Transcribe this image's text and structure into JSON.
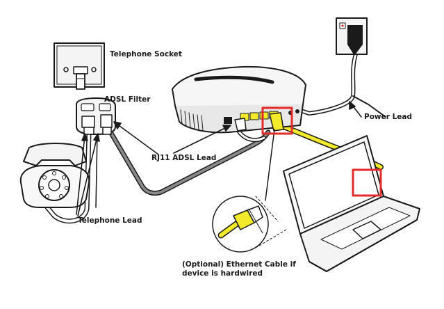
{
  "labels": {
    "telephone_socket": "Telephone Socket",
    "adsl_filter": "ADSL Filter",
    "rj11_lead": "RJ11 ADSL Lead",
    "telephone_lead": "Telephone Lead",
    "power_lead": "Power Lead",
    "ethernet_line1": "(Optional) Ethernet Cable if",
    "ethernet_line2": "device is hardwired"
  },
  "colors": {
    "ethernet_cable": "#f2ea2a",
    "highlight_box": "#e32b2b",
    "outline": "#1a1a1a",
    "grey_cable": "#6e6e6e"
  }
}
